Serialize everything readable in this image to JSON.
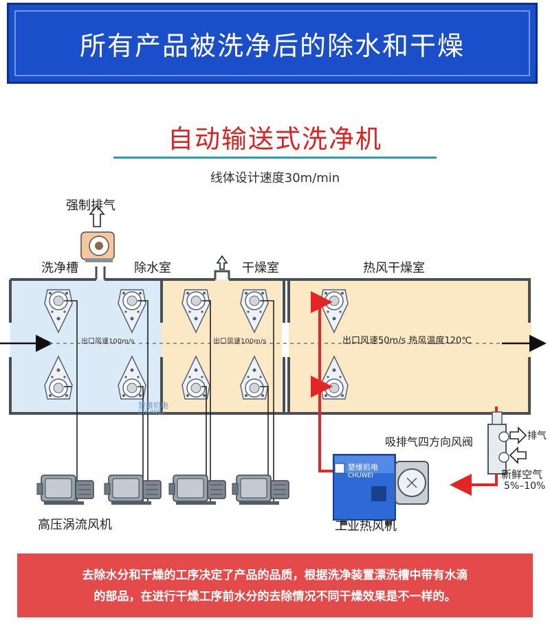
{
  "banner": {
    "title": "所有产品被洗净后的除水和干燥"
  },
  "machine": {
    "title": "自动输送式洗净机",
    "line_speed": "线体设计速度30m/min"
  },
  "labels": {
    "forced_exhaust": "强制排气",
    "wash_tank": "洗净槽",
    "dewater_room": "除水室",
    "dry_room": "干燥室",
    "hot_air_room": "热风干燥室",
    "outlet_speed_1": "出口风速100m/s",
    "outlet_speed_2": "出口风速100m/s",
    "outlet_speed_hot": "出口风速50m/s 热风温度120℃",
    "valve": "吸排气四方向风阀",
    "exhaust": "排气",
    "fresh_air": "新鲜空气",
    "fresh_air_ratio": "5%–10%",
    "hp_blower": "高压涡流风机",
    "industrial_heater": "工业热风机",
    "brand_cn": "楚维机电",
    "brand_en": "CHUWEI"
  },
  "colors": {
    "banner_bg": "#1a4fc9",
    "wash_zone": "#dbeaf7",
    "dry_zone": "#fbe8c4",
    "hot_air_pipe": "#e32525",
    "note_bg": "#e44a4a",
    "title_red": "#e01f1f"
  },
  "icons": [
    "arrow-up-icon",
    "centrifugal-fan-icon",
    "nozzle-icon",
    "blower-icon",
    "heater-icon",
    "valve-icon",
    "arrow-right-icon",
    "arrow-left-icon"
  ],
  "note": {
    "line1": "去除水分和干燥的工序决定了产品的品质，根据洗净装置漂洗槽中带有水滴",
    "line2": "的部品，在进行干燥工序前水分的去除情况不同干燥效果是不一样的。"
  }
}
